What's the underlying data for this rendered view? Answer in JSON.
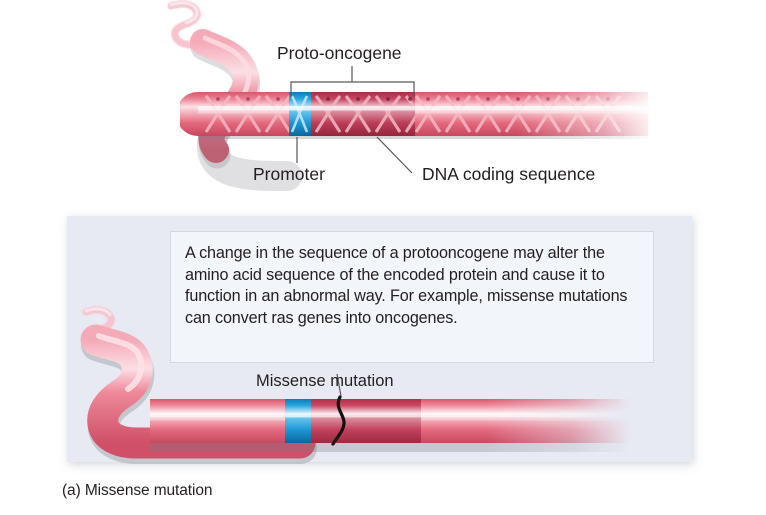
{
  "figure": {
    "caption": "(a) Missense mutation",
    "panel_bg_color": "#e7eaf3",
    "callout_bg_color": "#f2f5fa",
    "callout_border_color": "#d2d9e4"
  },
  "top_diagram": {
    "bracket_label": "Proto-oncogene",
    "promoter_label": "Promoter",
    "coding_label": "DNA coding sequence",
    "promoter_color": "#1ba0de",
    "coding_color": "#c03a56",
    "strand_color": "#e8697f",
    "strand_light_color": "#f3a9b5"
  },
  "callout": {
    "text": "A change in the sequence of a protooncogene may alter the amino acid sequence of the encoded protein and cause it to function in an abnormal way. For example, missense mutations can convert ras genes into oncogenes."
  },
  "bottom_diagram": {
    "mutation_label": "Missense mutation",
    "promoter_color": "#1ba0de",
    "coding_color": "#c8425f",
    "strand_color": "#e8697f",
    "mutation_mark_color": "#111111"
  }
}
